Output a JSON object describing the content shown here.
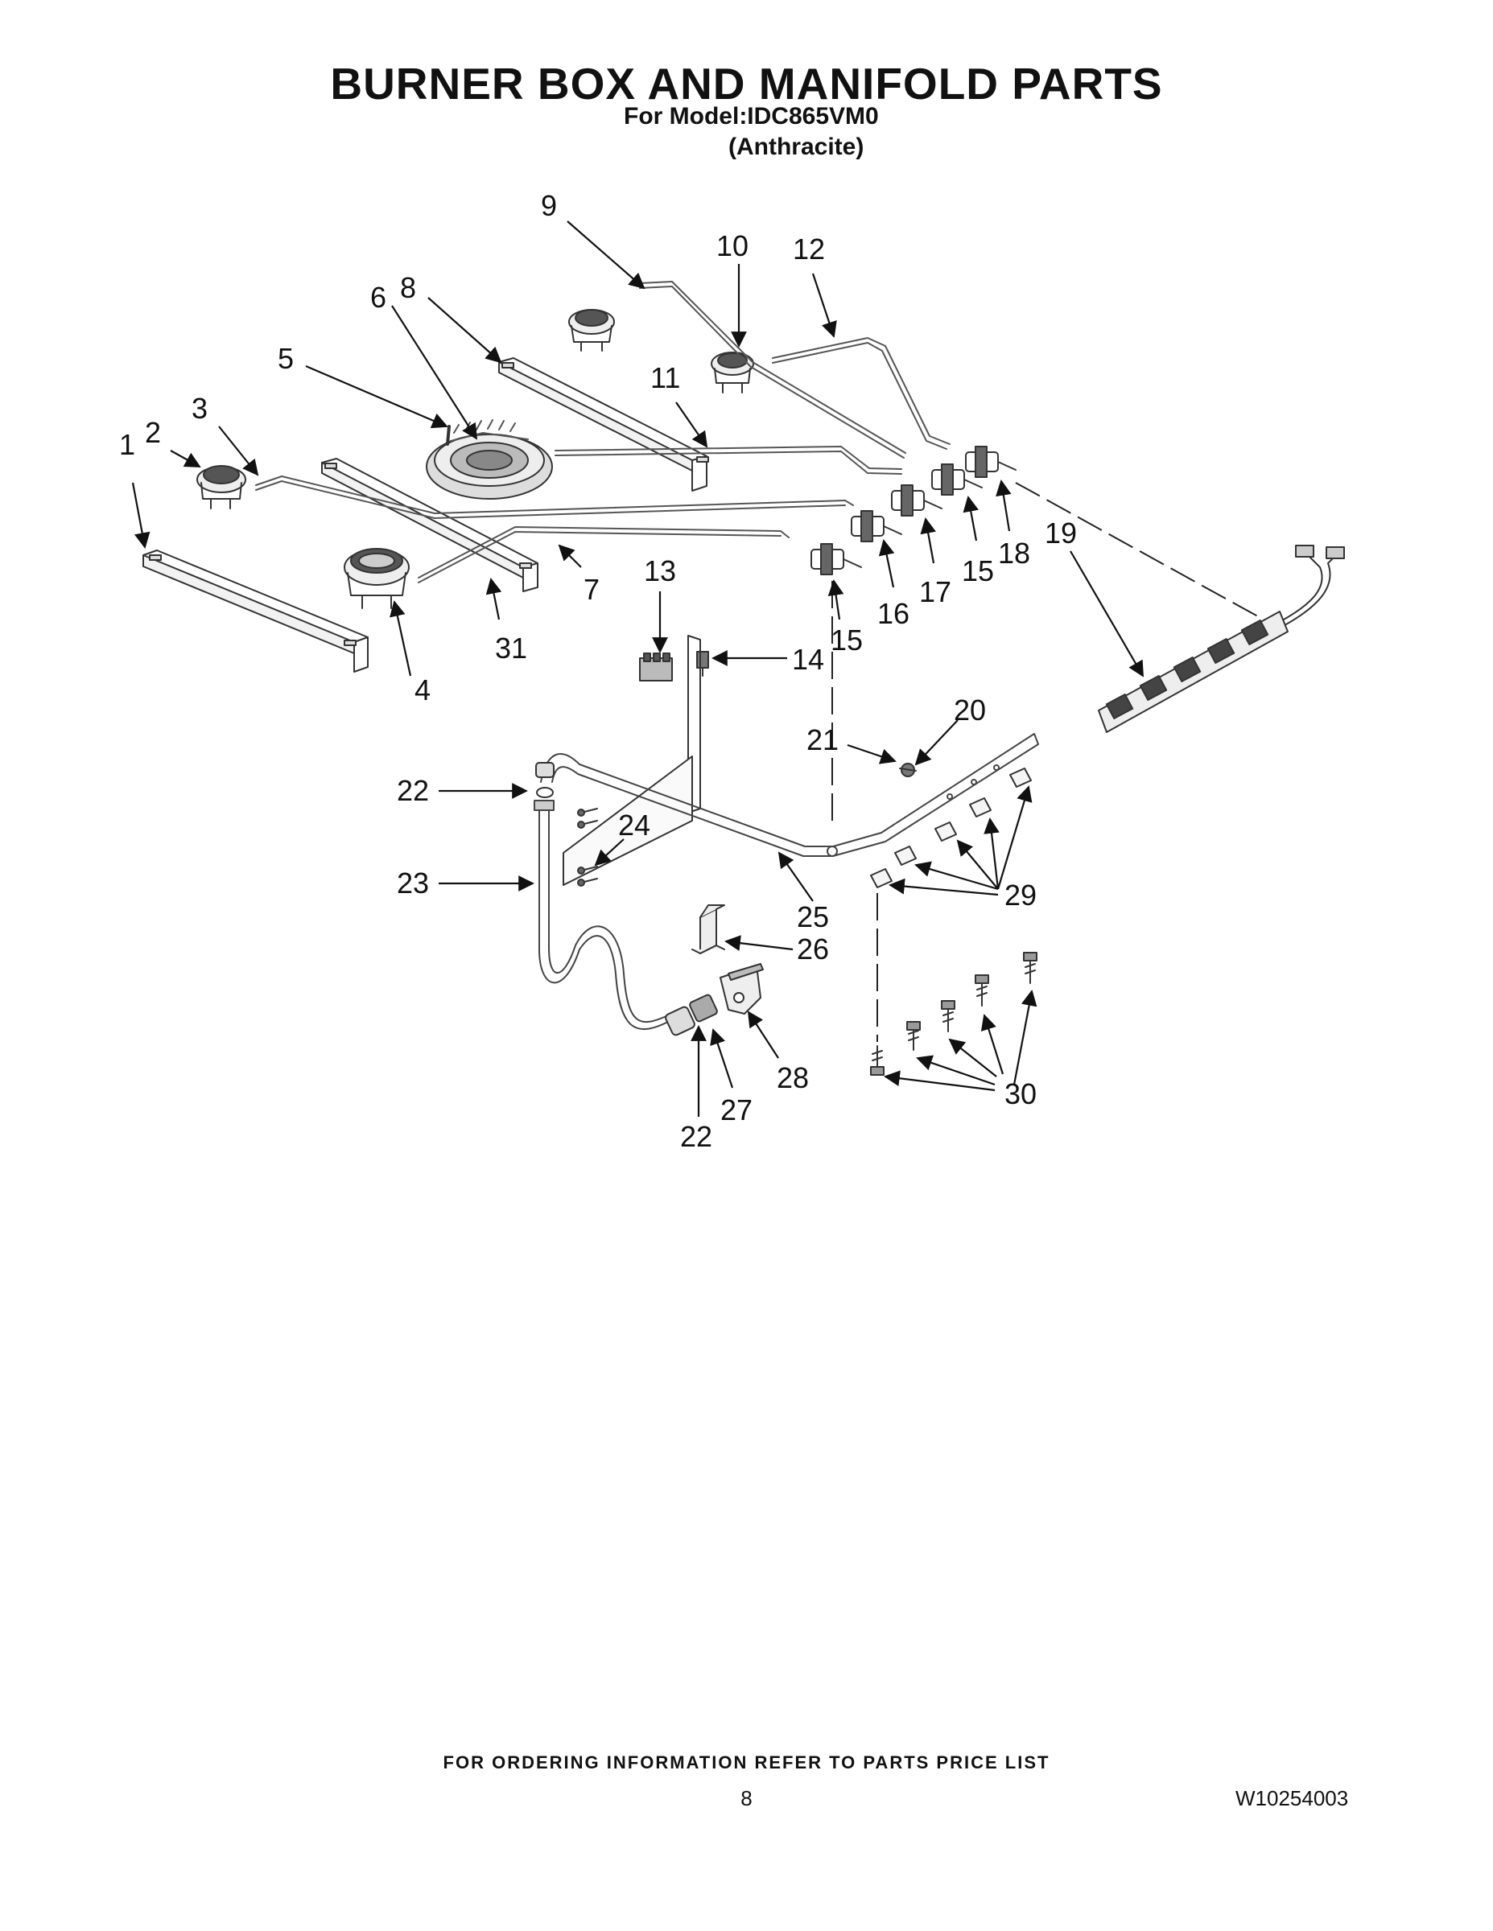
{
  "header": {
    "title": "BURNER BOX AND MANIFOLD PARTS",
    "model_line": "For Model:IDC865VM0",
    "color_line": "(Anthracite)"
  },
  "callouts": [
    "1",
    "2",
    "3",
    "4",
    "5",
    "6",
    "7",
    "8",
    "9",
    "10",
    "11",
    "12",
    "13",
    "14",
    "15",
    "15",
    "16",
    "17",
    "18",
    "19",
    "20",
    "21",
    "22",
    "22",
    "23",
    "24",
    "25",
    "26",
    "27",
    "28",
    "29",
    "30",
    "31"
  ],
  "footer": {
    "ordering_info": "FOR ORDERING INFORMATION REFER TO PARTS PRICE LIST",
    "page_number": "8",
    "document_number": "W10254003"
  }
}
